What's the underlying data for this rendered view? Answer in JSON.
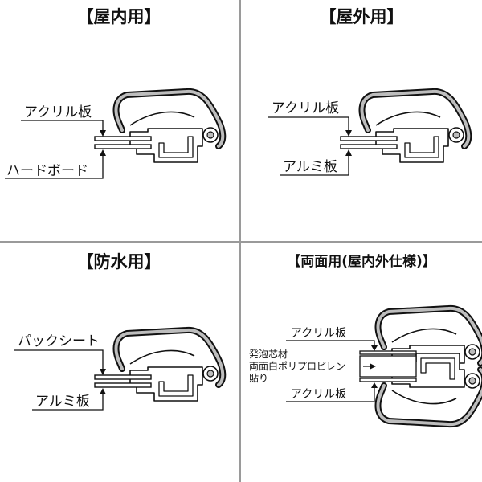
{
  "panels": {
    "indoor": {
      "title": "【屋内用】",
      "top_label": "アクリル板",
      "bottom_label": "ハードボード"
    },
    "outdoor": {
      "title": "【屋外用】",
      "top_label": "アクリル板",
      "bottom_label": "アルミ板"
    },
    "waterproof": {
      "title": "【防水用】",
      "top_label": "パックシート",
      "bottom_label": "アルミ板"
    },
    "double_sided": {
      "title": "【両面用(屋内外仕様)】",
      "top_label": "アクリル板",
      "middle_label_lines": [
        "発泡芯材",
        "両面白ポリプロピレン",
        "貼り"
      ],
      "bottom_label": "アクリル板"
    }
  },
  "colors": {
    "divider": "#9a9a9a",
    "frame_fill": "#bdbdbd",
    "stroke": "#111111",
    "background": "#ffffff"
  }
}
